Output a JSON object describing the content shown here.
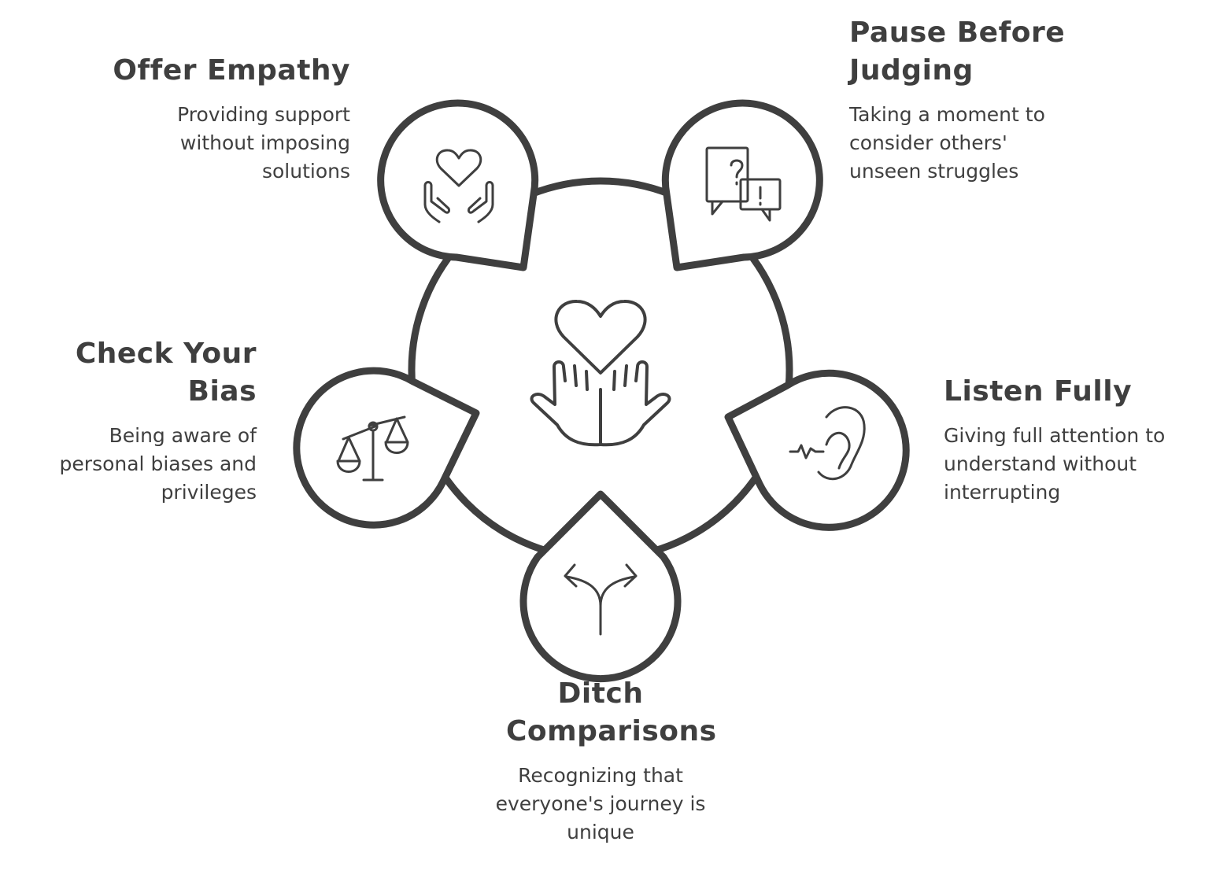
{
  "diagram": {
    "center_icon": "heart-hands-icon",
    "items": [
      {
        "id": "offer-empathy",
        "title": "Offer Empathy",
        "description": "Providing support without imposing solutions",
        "icon": "heart-hands-icon"
      },
      {
        "id": "pause-before-judging",
        "title": "Pause Before Judging",
        "description": "Taking a moment to consider others' unseen struggles",
        "icon": "question-exclamation-bubbles-icon"
      },
      {
        "id": "listen-fully",
        "title": "Listen Fully",
        "description": "Giving full attention to understand without interrupting",
        "icon": "ear-icon"
      },
      {
        "id": "ditch-comparisons",
        "title": "Ditch Comparisons",
        "description": "Recognizing that everyone's journey is unique",
        "icon": "diverging-arrows-icon"
      },
      {
        "id": "check-your-bias",
        "title": "Check Your Bias",
        "description": "Being aware of personal biases and privileges",
        "icon": "balance-scale-icon"
      }
    ]
  }
}
